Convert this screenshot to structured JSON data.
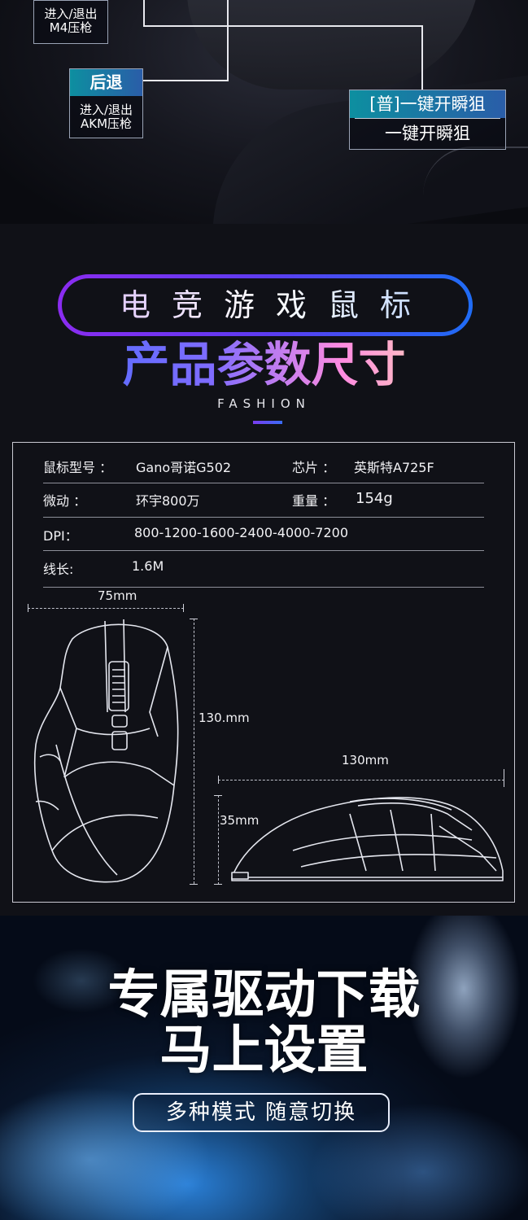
{
  "mapping": {
    "left_top": {
      "line1": "进入/退出",
      "line2": "M4压枪"
    },
    "left_back": {
      "head": "后退",
      "line1": "进入/退出",
      "line2": "AKM压枪"
    },
    "right": {
      "head": "[普]一键开瞬狙",
      "body": "一键开瞬狙"
    }
  },
  "specs": {
    "pill_title": "电竞游戏鼠标",
    "big_title": "产品参数尺寸",
    "subtitle": "FASHION",
    "rows": [
      {
        "label": "鼠标型号  ：",
        "value": "Gano哥诺G502",
        "label2": "芯片  ：",
        "value2": "英斯特A725F"
      },
      {
        "label": "微动  ：",
        "value": "环宇800万",
        "label2": "重量  ：",
        "value2": "154g"
      },
      {
        "label": "DPI：",
        "value": "800-1200-1600-2400-4000-7200"
      },
      {
        "label": "线长:",
        "value": "1.6M"
      }
    ],
    "dimensions": {
      "width": "75mm",
      "length_top": "130.mm",
      "length_side": "130mm",
      "height": "35mm"
    }
  },
  "driver": {
    "title_line1": "专属驱动下载",
    "title_line2": "马上设置",
    "button": "多种模式  随意切换"
  }
}
